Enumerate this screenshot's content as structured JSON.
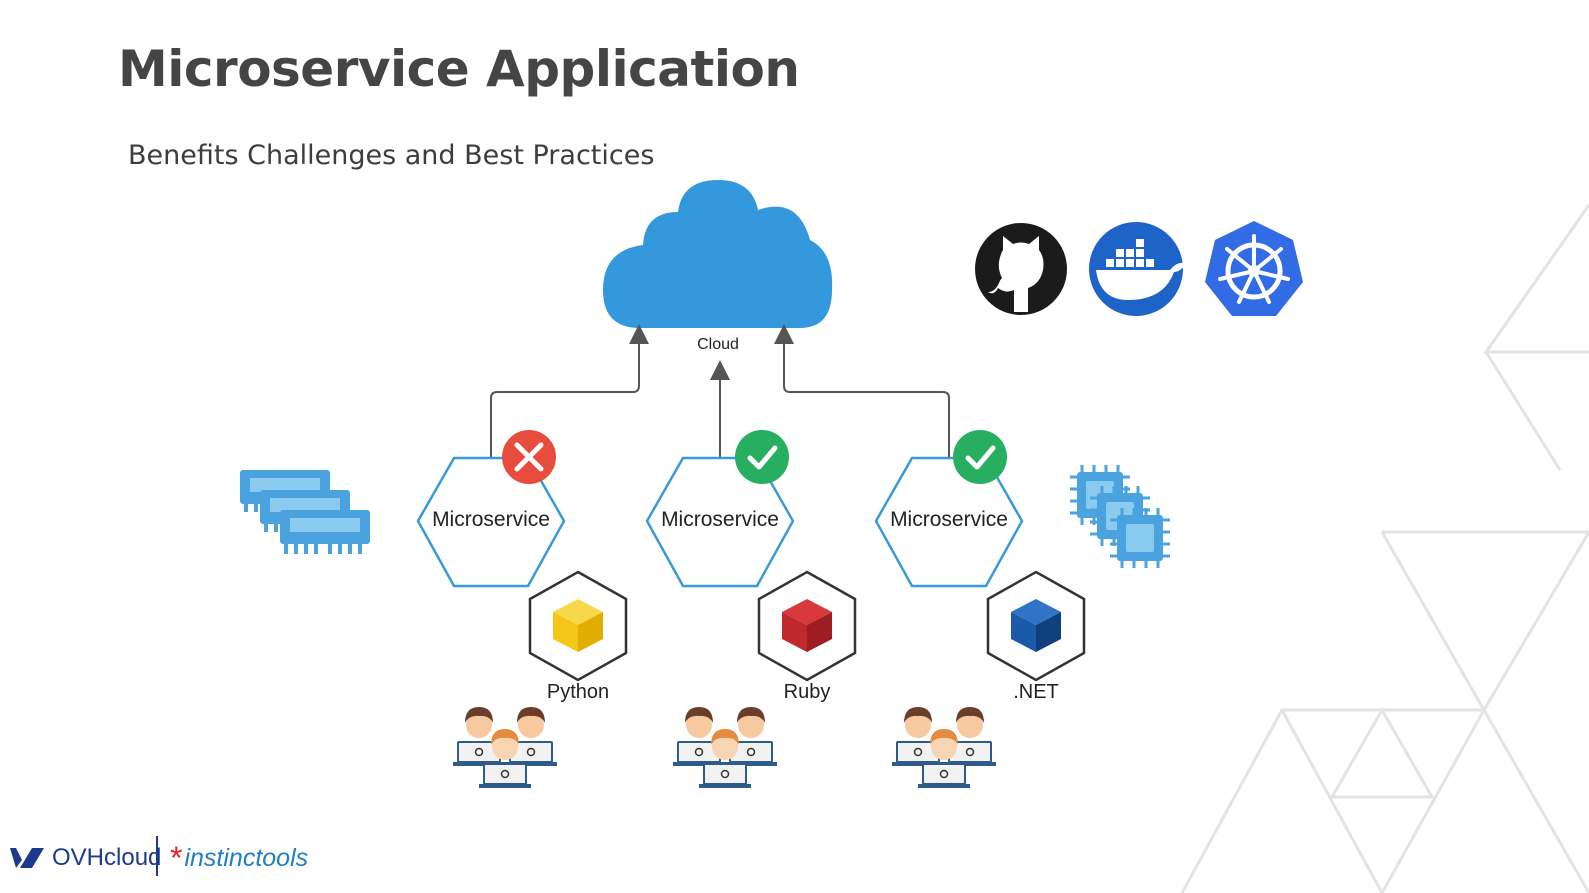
{
  "slide": {
    "title": "Microservice Application",
    "subtitle": "Benefits Challenges and Best Practices"
  },
  "diagram": {
    "cloud_label": "Cloud",
    "microservices": [
      {
        "label": "Microservice",
        "status": "failed",
        "language": "Python",
        "cube_color": "#f5c518"
      },
      {
        "label": "Microservice",
        "status": "ok",
        "language": "Ruby",
        "cube_color": "#c0282d"
      },
      {
        "label": "Microservice",
        "status": "ok",
        "language": ".NET",
        "cube_color": "#1b5aa8"
      }
    ],
    "tools": [
      "github-icon",
      "docker-icon",
      "kubernetes-icon"
    ]
  },
  "colors": {
    "cloud": "#3398dc",
    "hexagon_stroke": "#3a9ad9",
    "status_fail": "#e74c3c",
    "status_ok": "#27ae60",
    "kubernetes": "#326ce5",
    "docker": "#1d63c8"
  },
  "footer": {
    "ovh_label": "OVHcloud",
    "instinct_label": "instinctools"
  }
}
